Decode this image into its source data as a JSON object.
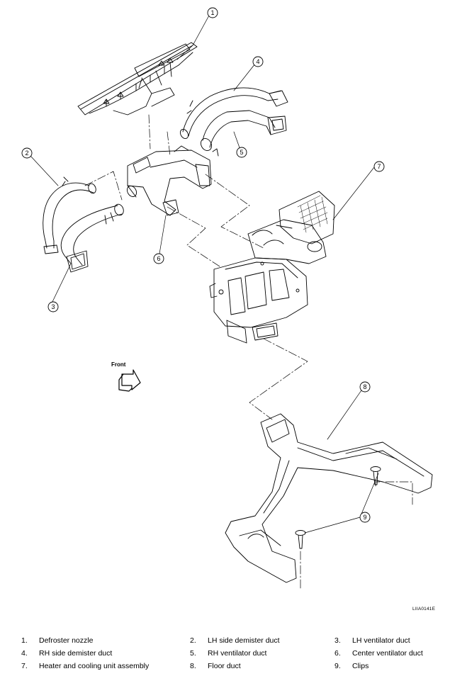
{
  "figure": {
    "code": "LIIA0141E",
    "front_label": "Front"
  },
  "callouts": [
    "1",
    "2",
    "3",
    "4",
    "5",
    "6",
    "7",
    "8",
    "9"
  ],
  "legend": [
    {
      "num": "1.",
      "label": "Defroster nozzle"
    },
    {
      "num": "2.",
      "label": "LH side demister duct"
    },
    {
      "num": "3.",
      "label": "LH ventilator duct"
    },
    {
      "num": "4.",
      "label": "RH side demister duct"
    },
    {
      "num": "5.",
      "label": "RH ventilator duct"
    },
    {
      "num": "6.",
      "label": "Center ventilator duct"
    },
    {
      "num": "7.",
      "label": "Heater and cooling unit assembly"
    },
    {
      "num": "8.",
      "label": "Floor duct"
    },
    {
      "num": "9.",
      "label": "Clips"
    }
  ],
  "icons": {
    "front_arrow": "front-arrow-icon"
  }
}
